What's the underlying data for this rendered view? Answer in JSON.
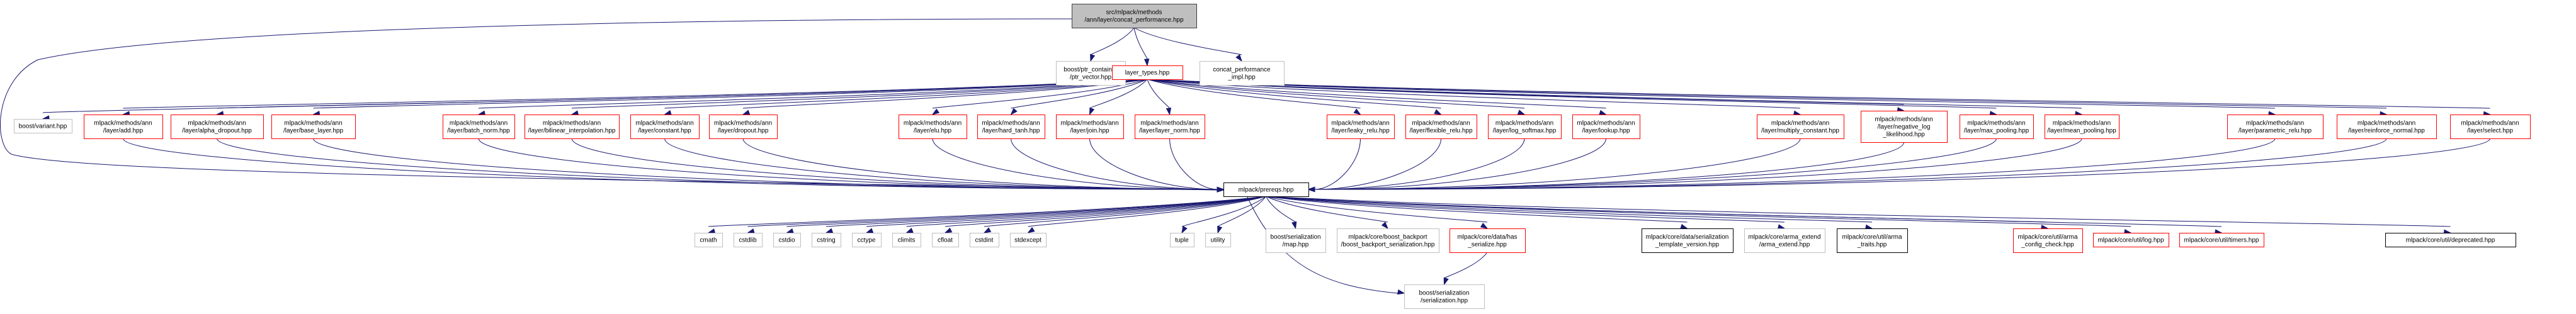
{
  "title": "src/mlpack/methods/ann/layer/concat_performance.hpp include dependency graph",
  "colors": {
    "edge": "#191970",
    "root_fill": "#bfbfbf",
    "root_border": "#404040",
    "documented_border": "#ff0000",
    "undocumented_border": "#bfbfbf",
    "plain_border": "#000000"
  },
  "nodes": [
    {
      "id": "root",
      "kind": "root",
      "lines": [
        "src/mlpack/methods",
        "/ann/layer/concat_performance.hpp"
      ]
    },
    {
      "id": "ptr_vector",
      "kind": "gray",
      "lines": [
        "boost/ptr_container",
        "/ptr_vector.hpp"
      ]
    },
    {
      "id": "layer_types",
      "kind": "red",
      "lines": [
        "layer_types.hpp"
      ]
    },
    {
      "id": "concat_impl",
      "kind": "gray",
      "lines": [
        "concat_performance",
        "_impl.hpp"
      ]
    },
    {
      "id": "variant",
      "kind": "gray",
      "lines": [
        "boost/variant.hpp"
      ]
    },
    {
      "id": "add",
      "kind": "red",
      "lines": [
        "mlpack/methods/ann",
        "/layer/add.hpp"
      ]
    },
    {
      "id": "alpha_dropout",
      "kind": "red",
      "lines": [
        "mlpack/methods/ann",
        "/layer/alpha_dropout.hpp"
      ]
    },
    {
      "id": "base_layer",
      "kind": "red",
      "lines": [
        "mlpack/methods/ann",
        "/layer/base_layer.hpp"
      ]
    },
    {
      "id": "batch_norm",
      "kind": "red",
      "lines": [
        "mlpack/methods/ann",
        "/layer/batch_norm.hpp"
      ]
    },
    {
      "id": "bilinear",
      "kind": "red",
      "lines": [
        "mlpack/methods/ann",
        "/layer/bilinear_interpolation.hpp"
      ]
    },
    {
      "id": "constant",
      "kind": "red",
      "lines": [
        "mlpack/methods/ann",
        "/layer/constant.hpp"
      ]
    },
    {
      "id": "dropout",
      "kind": "red",
      "lines": [
        "mlpack/methods/ann",
        "/layer/dropout.hpp"
      ]
    },
    {
      "id": "elu",
      "kind": "red",
      "lines": [
        "mlpack/methods/ann",
        "/layer/elu.hpp"
      ]
    },
    {
      "id": "hard_tanh",
      "kind": "red",
      "lines": [
        "mlpack/methods/ann",
        "/layer/hard_tanh.hpp"
      ]
    },
    {
      "id": "join",
      "kind": "red",
      "lines": [
        "mlpack/methods/ann",
        "/layer/join.hpp"
      ]
    },
    {
      "id": "layer_norm",
      "kind": "red",
      "lines": [
        "mlpack/methods/ann",
        "/layer/layer_norm.hpp"
      ]
    },
    {
      "id": "leaky_relu",
      "kind": "red",
      "lines": [
        "mlpack/methods/ann",
        "/layer/leaky_relu.hpp"
      ]
    },
    {
      "id": "flexible_relu",
      "kind": "red",
      "lines": [
        "mlpack/methods/ann",
        "/layer/flexible_relu.hpp"
      ]
    },
    {
      "id": "log_softmax",
      "kind": "red",
      "lines": [
        "mlpack/methods/ann",
        "/layer/log_softmax.hpp"
      ]
    },
    {
      "id": "lookup",
      "kind": "red",
      "lines": [
        "mlpack/methods/ann",
        "/layer/lookup.hpp"
      ]
    },
    {
      "id": "multiply_constant",
      "kind": "red",
      "lines": [
        "mlpack/methods/ann",
        "/layer/multiply_constant.hpp"
      ]
    },
    {
      "id": "negative_log",
      "kind": "red",
      "lines": [
        "mlpack/methods/ann",
        "/layer/negative_log",
        "_likelihood.hpp"
      ]
    },
    {
      "id": "max_pooling",
      "kind": "red",
      "lines": [
        "mlpack/methods/ann",
        "/layer/max_pooling.hpp"
      ]
    },
    {
      "id": "mean_pooling",
      "kind": "red",
      "lines": [
        "mlpack/methods/ann",
        "/layer/mean_pooling.hpp"
      ]
    },
    {
      "id": "parametric_relu",
      "kind": "red",
      "lines": [
        "mlpack/methods/ann",
        "/layer/parametric_relu.hpp"
      ]
    },
    {
      "id": "reinforce_normal",
      "kind": "red",
      "lines": [
        "mlpack/methods/ann",
        "/layer/reinforce_normal.hpp"
      ]
    },
    {
      "id": "select",
      "kind": "red",
      "lines": [
        "mlpack/methods/ann",
        "/layer/select.hpp"
      ]
    },
    {
      "id": "prereqs",
      "kind": "black",
      "lines": [
        "mlpack/prereqs.hpp"
      ]
    },
    {
      "id": "cmath",
      "kind": "gray",
      "lines": [
        "cmath"
      ]
    },
    {
      "id": "cstdlib",
      "kind": "gray",
      "lines": [
        "cstdlib"
      ]
    },
    {
      "id": "cstdio",
      "kind": "gray",
      "lines": [
        "cstdio"
      ]
    },
    {
      "id": "cstring",
      "kind": "gray",
      "lines": [
        "cstring"
      ]
    },
    {
      "id": "cctype",
      "kind": "gray",
      "lines": [
        "cctype"
      ]
    },
    {
      "id": "climits",
      "kind": "gray",
      "lines": [
        "climits"
      ]
    },
    {
      "id": "cfloat",
      "kind": "gray",
      "lines": [
        "cfloat"
      ]
    },
    {
      "id": "cstdint",
      "kind": "gray",
      "lines": [
        "cstdint"
      ]
    },
    {
      "id": "stdexcept",
      "kind": "gray",
      "lines": [
        "stdexcept"
      ]
    },
    {
      "id": "tuple",
      "kind": "gray",
      "lines": [
        "tuple"
      ]
    },
    {
      "id": "utility",
      "kind": "gray",
      "lines": [
        "utility"
      ]
    },
    {
      "id": "ser_map",
      "kind": "gray",
      "lines": [
        "boost/serialization",
        "/map.hpp"
      ]
    },
    {
      "id": "boost_backport",
      "kind": "gray",
      "lines": [
        "mlpack/core/boost_backport",
        "/boost_backport_serialization.hpp"
      ]
    },
    {
      "id": "has_serialize",
      "kind": "red",
      "lines": [
        "mlpack/core/data/has",
        "_serialize.hpp"
      ]
    },
    {
      "id": "ser_template",
      "kind": "black",
      "lines": [
        "mlpack/core/data/serialization",
        "_template_version.hpp"
      ]
    },
    {
      "id": "arma_extend",
      "kind": "gray",
      "lines": [
        "mlpack/core/arma_extend",
        "/arma_extend.hpp"
      ]
    },
    {
      "id": "arma_traits",
      "kind": "black",
      "lines": [
        "mlpack/core/util/arma",
        "_traits.hpp"
      ]
    },
    {
      "id": "arma_config",
      "kind": "red",
      "lines": [
        "mlpack/core/util/arma",
        "_config_check.hpp"
      ]
    },
    {
      "id": "log",
      "kind": "red",
      "lines": [
        "mlpack/core/util/log.hpp"
      ]
    },
    {
      "id": "timers",
      "kind": "red",
      "lines": [
        "mlpack/core/util/timers.hpp"
      ]
    },
    {
      "id": "deprecated",
      "kind": "black",
      "lines": [
        "mlpack/core/util/deprecated.hpp"
      ]
    },
    {
      "id": "serialization",
      "kind": "gray",
      "lines": [
        "boost/serialization",
        "/serialization.hpp"
      ]
    }
  ],
  "edges": [
    [
      "root",
      "ptr_vector"
    ],
    [
      "root",
      "layer_types"
    ],
    [
      "root",
      "concat_impl"
    ],
    [
      "root",
      "prereqs"
    ],
    [
      "layer_types",
      "variant"
    ],
    [
      "layer_types",
      "add"
    ],
    [
      "layer_types",
      "alpha_dropout"
    ],
    [
      "layer_types",
      "base_layer"
    ],
    [
      "layer_types",
      "batch_norm"
    ],
    [
      "layer_types",
      "bilinear"
    ],
    [
      "layer_types",
      "constant"
    ],
    [
      "layer_types",
      "dropout"
    ],
    [
      "layer_types",
      "elu"
    ],
    [
      "layer_types",
      "hard_tanh"
    ],
    [
      "layer_types",
      "join"
    ],
    [
      "layer_types",
      "layer_norm"
    ],
    [
      "layer_types",
      "leaky_relu"
    ],
    [
      "layer_types",
      "flexible_relu"
    ],
    [
      "layer_types",
      "log_softmax"
    ],
    [
      "layer_types",
      "lookup"
    ],
    [
      "layer_types",
      "multiply_constant"
    ],
    [
      "layer_types",
      "negative_log"
    ],
    [
      "layer_types",
      "max_pooling"
    ],
    [
      "layer_types",
      "mean_pooling"
    ],
    [
      "layer_types",
      "parametric_relu"
    ],
    [
      "layer_types",
      "reinforce_normal"
    ],
    [
      "layer_types",
      "select"
    ],
    [
      "add",
      "prereqs"
    ],
    [
      "alpha_dropout",
      "prereqs"
    ],
    [
      "base_layer",
      "prereqs"
    ],
    [
      "batch_norm",
      "prereqs"
    ],
    [
      "bilinear",
      "prereqs"
    ],
    [
      "constant",
      "prereqs"
    ],
    [
      "dropout",
      "prereqs"
    ],
    [
      "elu",
      "prereqs"
    ],
    [
      "hard_tanh",
      "prereqs"
    ],
    [
      "join",
      "prereqs"
    ],
    [
      "layer_norm",
      "prereqs"
    ],
    [
      "leaky_relu",
      "prereqs"
    ],
    [
      "flexible_relu",
      "prereqs"
    ],
    [
      "log_softmax",
      "prereqs"
    ],
    [
      "lookup",
      "prereqs"
    ],
    [
      "multiply_constant",
      "prereqs"
    ],
    [
      "negative_log",
      "prereqs"
    ],
    [
      "max_pooling",
      "prereqs"
    ],
    [
      "mean_pooling",
      "prereqs"
    ],
    [
      "parametric_relu",
      "prereqs"
    ],
    [
      "reinforce_normal",
      "prereqs"
    ],
    [
      "select",
      "prereqs"
    ],
    [
      "prereqs",
      "cmath"
    ],
    [
      "prereqs",
      "cstdlib"
    ],
    [
      "prereqs",
      "cstdio"
    ],
    [
      "prereqs",
      "cstring"
    ],
    [
      "prereqs",
      "cctype"
    ],
    [
      "prereqs",
      "climits"
    ],
    [
      "prereqs",
      "cfloat"
    ],
    [
      "prereqs",
      "cstdint"
    ],
    [
      "prereqs",
      "stdexcept"
    ],
    [
      "prereqs",
      "tuple"
    ],
    [
      "prereqs",
      "utility"
    ],
    [
      "prereqs",
      "ser_map"
    ],
    [
      "prereqs",
      "boost_backport"
    ],
    [
      "prereqs",
      "has_serialize"
    ],
    [
      "prereqs",
      "ser_template"
    ],
    [
      "prereqs",
      "arma_extend"
    ],
    [
      "prereqs",
      "arma_traits"
    ],
    [
      "prereqs",
      "arma_config"
    ],
    [
      "prereqs",
      "log"
    ],
    [
      "prereqs",
      "timers"
    ],
    [
      "prereqs",
      "deprecated"
    ],
    [
      "prereqs",
      "serialization"
    ],
    [
      "has_serialize",
      "serialization"
    ]
  ]
}
